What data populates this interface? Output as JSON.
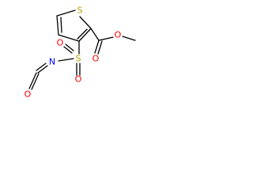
{
  "molecule": {
    "atoms": {
      "S_ring": "S",
      "O_carbonyl": "O",
      "O_ester": "O",
      "S_sulfonyl": "S",
      "O_sulfonyl_top": "O",
      "O_sulfonyl_bottom": "O",
      "N": "N",
      "O_isocyanate": "O"
    }
  },
  "colors": {
    "bond": "#000000",
    "sulfur": "#b8a000",
    "oxygen": "#ff0000",
    "nitrogen": "#0000ff",
    "background": "#ffffff"
  }
}
